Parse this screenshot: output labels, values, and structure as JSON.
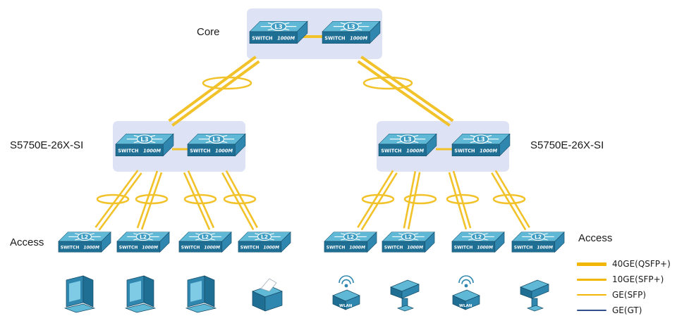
{
  "labels": {
    "core": "Core",
    "aggregation_left": "S5750E-26X-SI",
    "aggregation_right": "S5750E-26X-SI",
    "access_left": "Access",
    "access_right": "Access"
  },
  "switch_text": {
    "l3": "L3",
    "l2": "L2",
    "brand": "SWITCH",
    "speed": "1000M"
  },
  "ap_text": "WLAN",
  "legend": [
    {
      "label": "40GE(QSFP+)",
      "color": "#f2b705"
    },
    {
      "label": "10GE(SFP+)",
      "color": "#f2b705"
    },
    {
      "label": "GE(SFP)",
      "color": "#f2b705"
    },
    {
      "label": "GE(GT)",
      "color": "#2d4f8a"
    }
  ],
  "colors": {
    "link": "#f2c22a",
    "group_fill": "#dde2f4",
    "switch_top": "#5fb8d6",
    "switch_side": "#2f86ae",
    "switch_front": "#1f6f95"
  },
  "devices": {
    "left_endpoints": [
      "pc-icon",
      "pc-icon",
      "pc-icon",
      "printer-icon"
    ],
    "right_endpoints": [
      "wlan-ap-icon",
      "camera-icon",
      "wlan-ap-icon",
      "camera-icon"
    ]
  }
}
